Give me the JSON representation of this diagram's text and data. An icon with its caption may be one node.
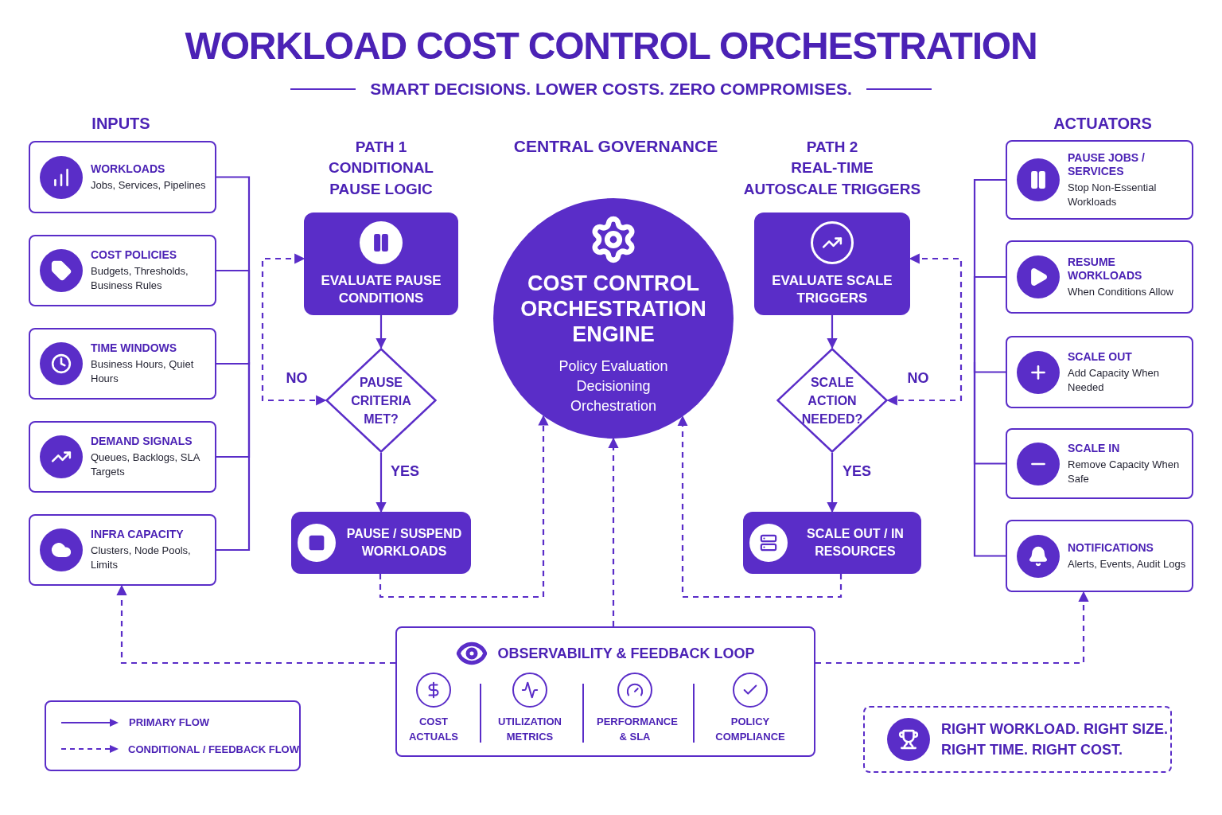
{
  "diagram": {
    "title": "WORKLOAD COST CONTROL ORCHESTRATION",
    "nodes": [
      {
        "text": [
          "WORKLOADS",
          "Jobs, Services, Pipelines"
        ]
      },
      {
        "text": [
          "COST POLICIES",
          "Budgets, Thresholds, Business Rules"
        ]
      },
      {
        "text": [
          "TIME WINDOWS",
          "Business Hours, Quiet Hours"
        ]
      },
      {
        "text": [
          "DEMAND SIGNALS",
          "Queues, Backlogs, SLA Targets"
        ]
      },
      {
        "text": [
          "INFRA CAPACITY",
          "Clusters, Node Pools, Limits"
        ]
      },
      {
        "text": [
          "EVALUATE PAUSE CONDITIONS"
        ]
      },
      {
        "text": [
          "PAUSE CRITERIA MET?"
        ]
      },
      {
        "text": [
          "PAUSE / SUSPEND WORKLOADS"
        ]
      },
      {
        "text": [
          "COST CONTROL ORCHESTRATION ENGINE",
          "Policy Evaluation Decisioning Orchestration"
        ]
      },
      {
        "text": [
          "EVALUATE SCALE TRIGGERS"
        ]
      },
      {
        "text": [
          "SCALE ACTION NEEDED?"
        ]
      },
      {
        "text": [
          "SCALE OUT / IN RESOURCES"
        ]
      },
      {
        "text": [
          "PAUSE JOBS / SERVICES",
          "Stop Non-Essential Workloads"
        ]
      },
      {
        "text": [
          "RESUME WORKLOADS",
          "When Conditions Allow"
        ]
      },
      {
        "text": [
          "SCALE OUT",
          "Add Capacity When Needed"
        ]
      },
      {
        "text": [
          "SCALE IN",
          "Remove Capacity When Safe"
        ]
      },
      {
        "text": [
          "NOTIFICATIONS",
          "Alerts, Events, Audit Logs"
        ]
      },
      {
        "text": [
          "OBSERVABILITY & FEEDBACK LOOP"
        ]
      },
      {
        "text": [
          "RIGHT WORKLOAD. RIGHT SIZE. RIGHT TIME. RIGHT COST."
        ]
      }
    ],
    "edges": [
      {
        "from": 0,
        "to": null,
        "arrow": "none"
      },
      {
        "from": 1,
        "to": null,
        "arrow": "none"
      },
      {
        "from": 2,
        "to": null,
        "arrow": "none"
      },
      {
        "from": 3,
        "to": null,
        "arrow": "none"
      },
      {
        "from": 4,
        "to": null,
        "arrow": "none"
      },
      {
        "from": 5,
        "to": 6,
        "arrow": "to"
      },
      {
        "from": 6,
        "to": 5,
        "arrow": "both",
        "label": "NO",
        "style": "dashed"
      },
      {
        "from": 6,
        "to": 7,
        "arrow": "to",
        "label": "YES"
      },
      {
        "from": 9,
        "to": 10,
        "arrow": "to"
      },
      {
        "from": 10,
        "to": 9,
        "arrow": "both",
        "label": "NO",
        "style": "dashed"
      },
      {
        "from": 10,
        "to": 11,
        "arrow": "to",
        "label": "YES"
      },
      {
        "from": 7,
        "to": 8,
        "arrow": "to",
        "style": "dashed"
      },
      {
        "from": 11,
        "to": 8,
        "arrow": "to",
        "style": "dashed"
      },
      {
        "from": 17,
        "to": 8,
        "arrow": "to",
        "style": "dashed"
      },
      {
        "from": 17,
        "to": 4,
        "arrow": "to",
        "style": "dashed"
      },
      {
        "from": 17,
        "to": 16,
        "arrow": "to",
        "style": "dashed"
      },
      {
        "from": null,
        "to": 12,
        "arrow": "none"
      },
      {
        "from": null,
        "to": 13,
        "arrow": "none"
      },
      {
        "from": null,
        "to": 14,
        "arrow": "none"
      },
      {
        "from": null,
        "to": 15,
        "arrow": "none"
      },
      {
        "from": null,
        "to": 16,
        "arrow": "none"
      }
    ],
    "labels": [
      "SMART DECISIONS. LOWER COSTS. ZERO COMPROMISES.",
      "INPUTS",
      "PATH 1",
      "CONDITIONAL",
      "PAUSE LOGIC",
      "CENTRAL GOVERNANCE",
      "PATH 2",
      "REAL-TIME",
      "AUTOSCALE TRIGGERS",
      "ACTUATORS",
      "COST ACTUALS",
      "UTILIZATION METRICS",
      "PERFORMANCE & SLA",
      "POLICY COMPLIANCE"
    ],
    "legend": [
      {
        "text": "PRIMARY FLOW"
      },
      {
        "text": "CONDITIONAL / FEEDBACK FLOW"
      }
    ]
  }
}
